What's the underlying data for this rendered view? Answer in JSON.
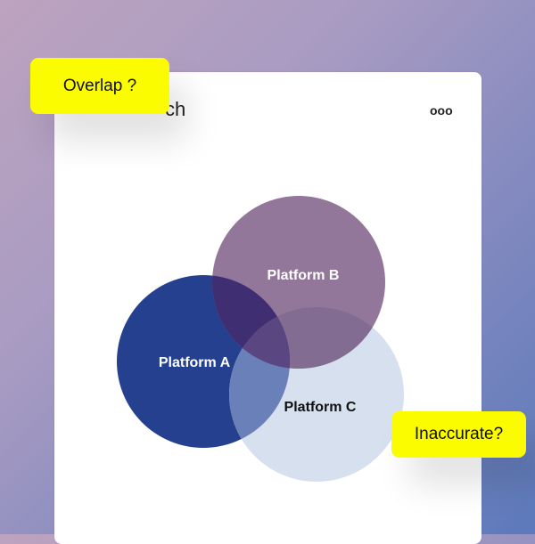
{
  "card": {
    "title_visible": "ch",
    "menu_icon": "ellipsis-icon",
    "menu_label": "ooo"
  },
  "venn": {
    "sets": [
      {
        "label": "Platform A",
        "color": "#25408f"
      },
      {
        "label": "Platform B",
        "color": "#92779a"
      },
      {
        "label": "Platform C",
        "color": "#d6e0ee"
      }
    ],
    "overlap_colors": {
      "ab": "#3f2f72",
      "ac": "#6a80b8",
      "bc": "#826c92",
      "abc": "#5a4680"
    }
  },
  "annotations": [
    {
      "text": "Overlap ?"
    },
    {
      "text": "Inaccurate?"
    }
  ],
  "colors": {
    "highlight": "#fcfc00"
  }
}
